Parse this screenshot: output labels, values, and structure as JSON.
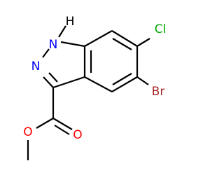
{
  "molecule": {
    "atoms": {
      "nh": {
        "label": "H",
        "color": "#000000"
      },
      "n1": {
        "label": "N",
        "color": "#0000ff"
      },
      "n2": {
        "label": "N",
        "color": "#0000ff"
      },
      "cl": {
        "label": "Cl",
        "color": "#00aa00"
      },
      "br": {
        "label": "Br",
        "color": "#a52a2a"
      },
      "o_carbonyl": {
        "label": "O",
        "color": "#ff0000"
      },
      "o_ester": {
        "label": "O",
        "color": "#ff0000"
      }
    }
  }
}
